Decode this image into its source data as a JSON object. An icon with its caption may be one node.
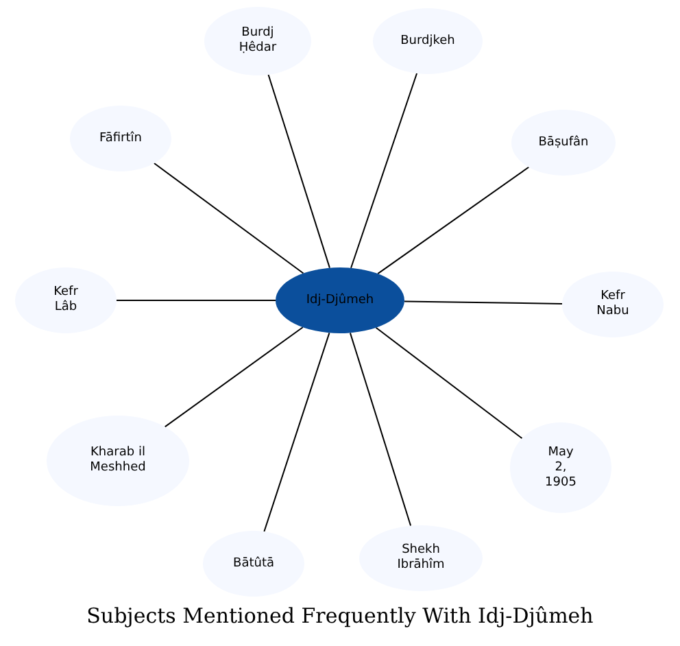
{
  "diagram": {
    "title": "Subjects Mentioned Frequently With Idj-Djûmeh",
    "nodes": [
      {
        "text": [
          "Idj-Djûmeh"
        ]
      },
      {
        "text": [
          "Burdj Ḥêdar"
        ]
      },
      {
        "text": [
          "Burdjkeh"
        ]
      },
      {
        "text": [
          "Fāfirtîn"
        ]
      },
      {
        "text": [
          "Bāṣufân"
        ]
      },
      {
        "text": [
          "Kefr Lâb"
        ]
      },
      {
        "text": [
          "Kefr Nabu"
        ]
      },
      {
        "text": [
          "Kharab il Meshhed"
        ]
      },
      {
        "text": [
          "May 2, 1905"
        ]
      },
      {
        "text": [
          "Bātûtā"
        ]
      },
      {
        "text": [
          "Shekh Ibrāhîm"
        ]
      }
    ],
    "edges": [
      {
        "from": 0,
        "to": 1,
        "arrow": "none"
      },
      {
        "from": 0,
        "to": 2,
        "arrow": "none"
      },
      {
        "from": 0,
        "to": 3,
        "arrow": "none"
      },
      {
        "from": 0,
        "to": 4,
        "arrow": "none"
      },
      {
        "from": 0,
        "to": 5,
        "arrow": "none"
      },
      {
        "from": 0,
        "to": 6,
        "arrow": "none"
      },
      {
        "from": 0,
        "to": 7,
        "arrow": "none"
      },
      {
        "from": 0,
        "to": 8,
        "arrow": "none"
      },
      {
        "from": 0,
        "to": 9,
        "arrow": "none"
      },
      {
        "from": 0,
        "to": 10,
        "arrow": "none"
      }
    ]
  }
}
